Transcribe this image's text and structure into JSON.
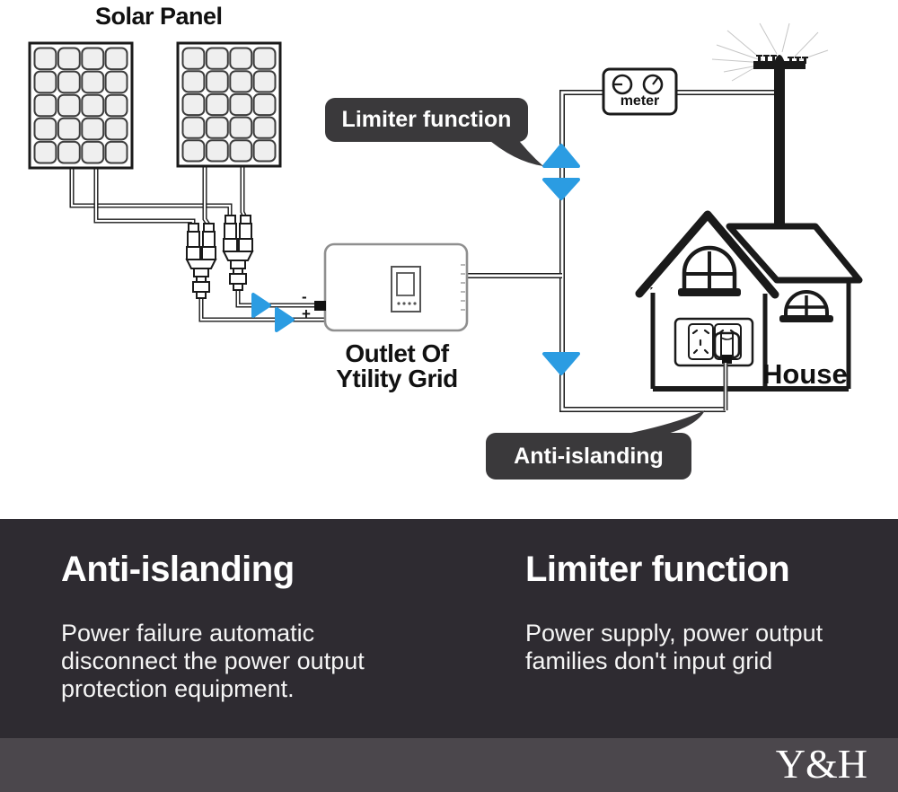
{
  "diagram": {
    "title": "Solar Panel",
    "meter_label": "meter",
    "inverter_caption_line1": "Outlet Of",
    "inverter_caption_line2": "Ytility Grid",
    "house_label": "House",
    "callouts": {
      "limiter": "Limiter function",
      "anti_islanding": "Anti-islanding"
    },
    "terminals": {
      "negative": "-",
      "positive": "+"
    },
    "colors": {
      "arrow_blue": "#2B9CE2",
      "callout_bg": "#3A393B",
      "line_black": "#1a1a1a"
    }
  },
  "info_panel": {
    "background": "#2E2B31",
    "columns": [
      {
        "heading": "Anti-islanding",
        "body": "Power failure automatic disconnect the power output protection equipment."
      },
      {
        "heading": "Limiter function",
        "body": "Power supply, power output families don't input grid"
      }
    ]
  },
  "footer": {
    "background": "#4B474C",
    "brand": "Y&H"
  }
}
